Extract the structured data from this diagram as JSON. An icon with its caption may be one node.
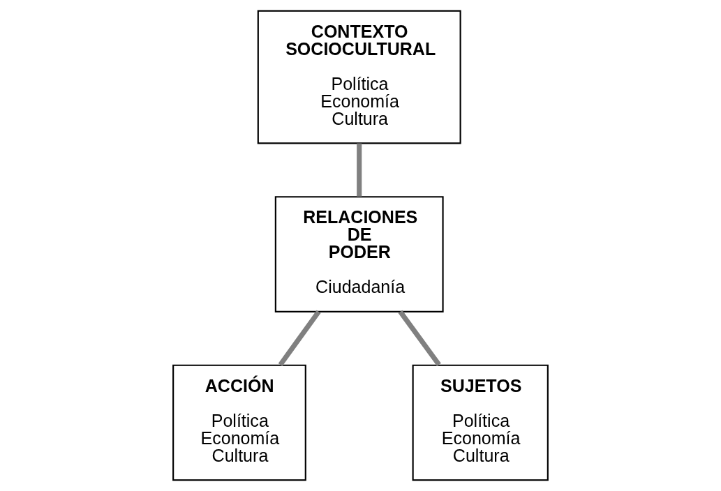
{
  "diagram": {
    "nodes": [
      {
        "text": [
          "CONTEXTO SOCIOCULTURAL",
          "Política Economía Cultura"
        ]
      },
      {
        "text": [
          "RELACIONES DE PODER",
          "Ciudadanía"
        ]
      },
      {
        "text": [
          "ACCIÓN",
          "Política Economía Cultura"
        ]
      },
      {
        "text": [
          "SUJETOS",
          "Política Economía Cultura"
        ]
      }
    ],
    "edges": [
      {
        "from": 0,
        "to": 1,
        "arrow": "none"
      },
      {
        "from": 1,
        "to": 2,
        "arrow": "none"
      },
      {
        "from": 1,
        "to": 3,
        "arrow": "none"
      }
    ]
  }
}
